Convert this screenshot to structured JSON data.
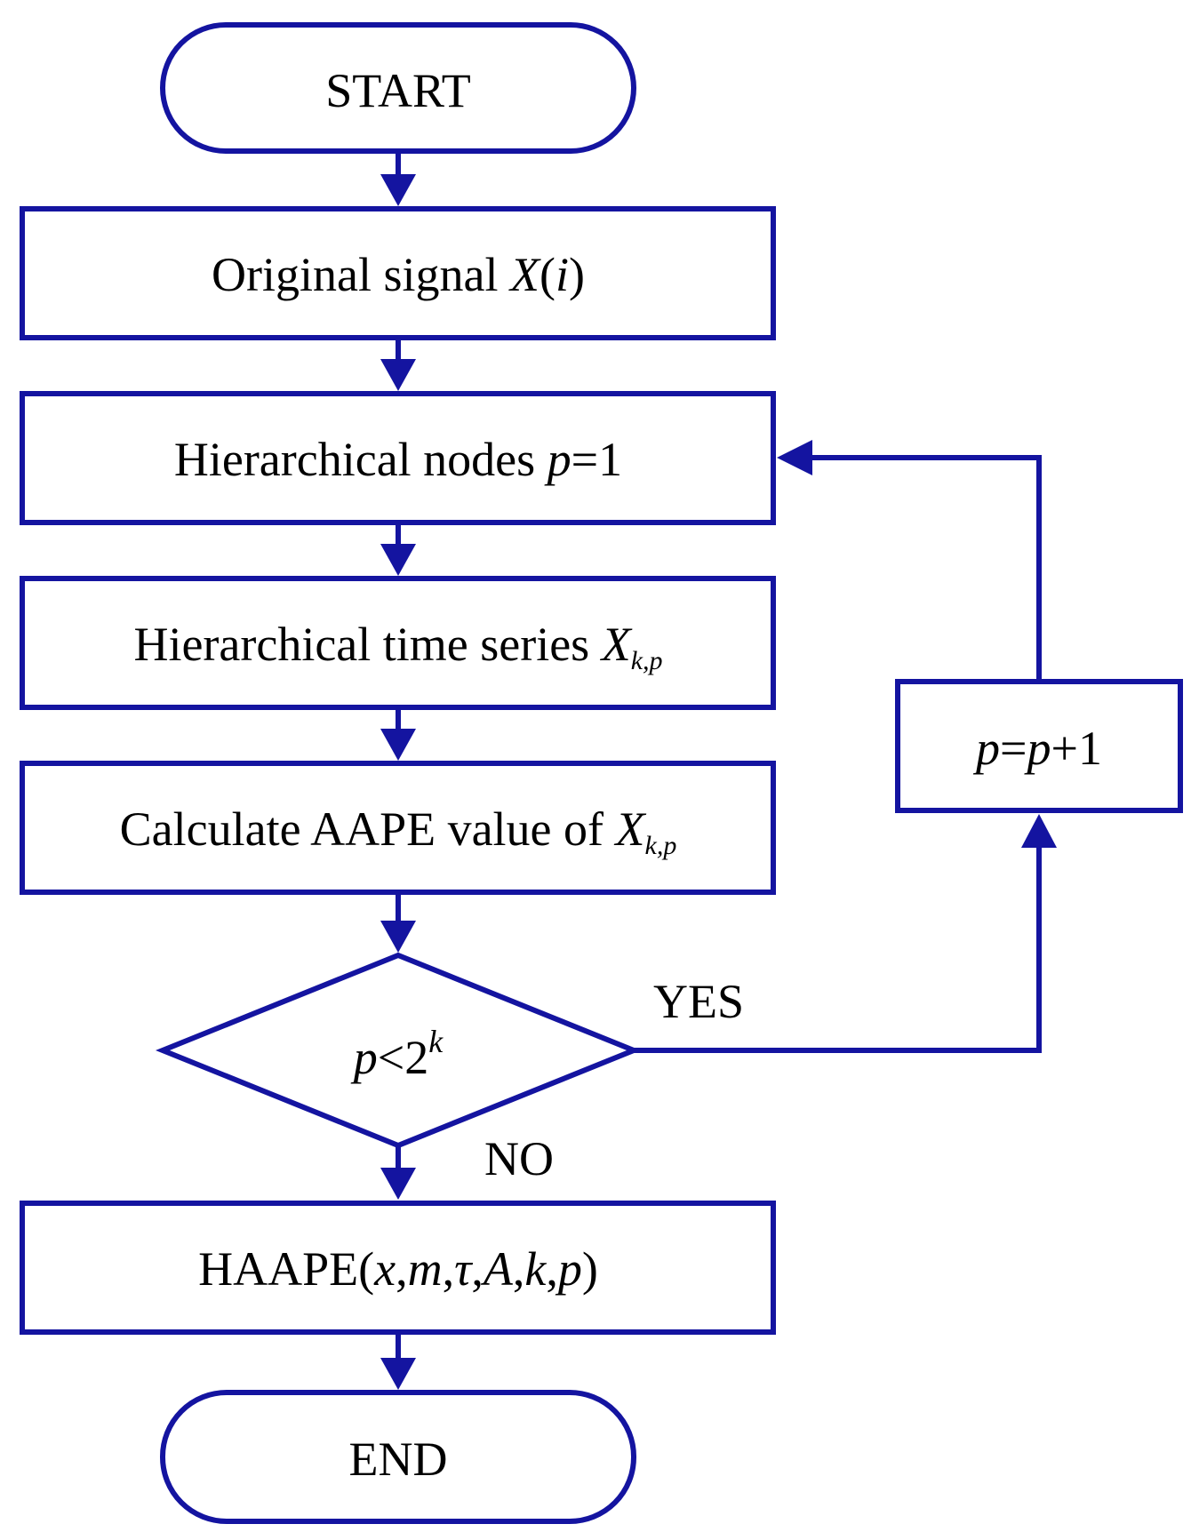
{
  "colors": {
    "stroke": "#1414a0",
    "text": "#000000",
    "background": "#ffffff"
  },
  "nodes": {
    "start": {
      "text": "START"
    },
    "original_signal": {
      "text": "Original signal ",
      "var": "X",
      "paren_open": "(",
      "arg": "i",
      "paren_close": ")"
    },
    "hierarchical_nodes": {
      "text": "Hierarchical nodes ",
      "var": "p",
      "rest": "=1"
    },
    "hierarchical_series": {
      "text": "Hierarchical time series ",
      "var": "X",
      "sub": "k,p"
    },
    "calculate": {
      "text": "Calculate AAPE value of ",
      "var": "X",
      "sub": "k,p"
    },
    "decision": {
      "var": "p",
      "rest": "<2",
      "sup": "k"
    },
    "increment": {
      "var1": "p",
      "eq": "=",
      "var2": "p",
      "rest": "+1"
    },
    "haape": {
      "prefix": "HAAPE(",
      "args": [
        "x",
        "m",
        "τ",
        "A",
        "k",
        "p"
      ],
      "sep": ",",
      "suffix": ")"
    },
    "end": {
      "text": "END"
    }
  },
  "edge_labels": {
    "yes": "YES",
    "no": "NO"
  }
}
